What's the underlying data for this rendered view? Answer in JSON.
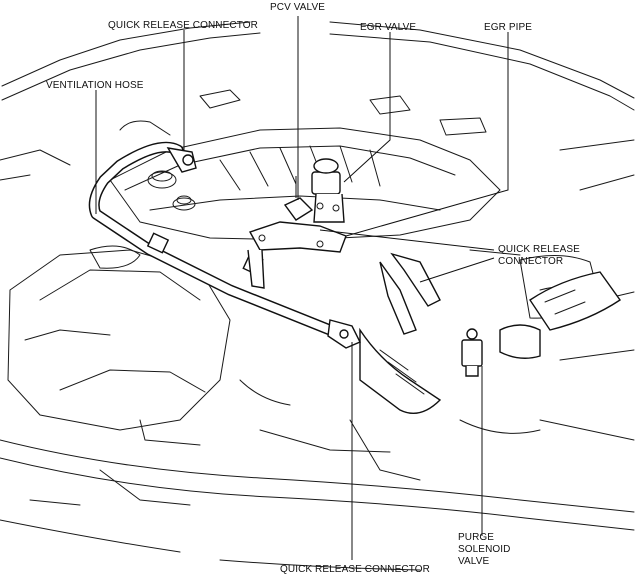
{
  "diagram": {
    "labels": {
      "qrc_top": "QUICK RELEASE CONNECTOR",
      "pcv_valve": "PCV VALVE",
      "egr_valve": "EGR VALVE",
      "egr_pipe": "EGR PIPE",
      "ventilation_hose": "VENTILATION HOSE",
      "qrc_right_1": "QUICK RELEASE",
      "qrc_right_2": "CONNECTOR",
      "purge_1": "PURGE",
      "purge_2": "SOLENOID",
      "purge_3": "VALVE",
      "qrc_bottom": "QUICK RELEASE CONNECTOR"
    },
    "colors": {
      "line": "#1a1a1a",
      "background": "#ffffff"
    }
  }
}
